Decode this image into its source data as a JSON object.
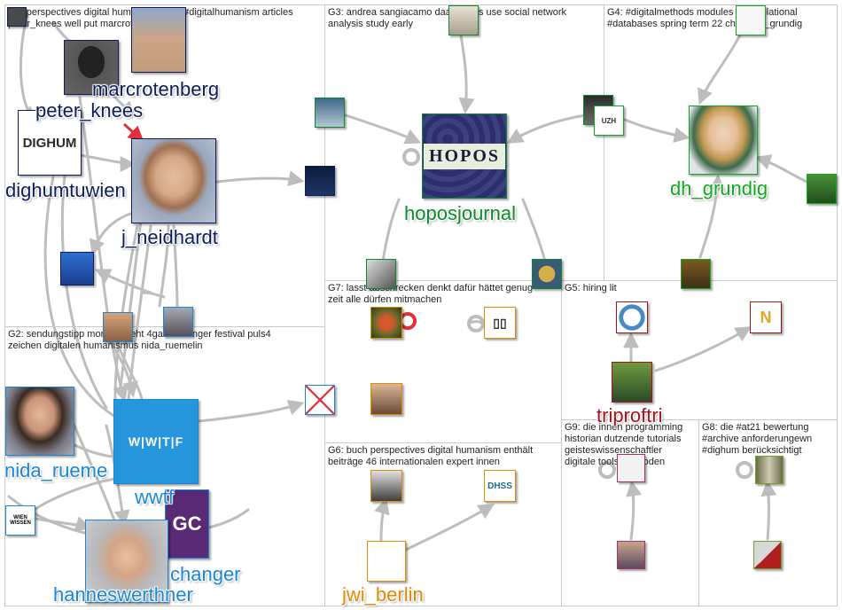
{
  "groups": [
    {
      "id": "G1",
      "label": "G1: perspectives digital humanism book #digitalhumanism articles\npeter_knees well put marcrotenberg"
    },
    {
      "id": "G3",
      "label": "G3: andrea sangiacamo daan beers use social network\nanalysis study early"
    },
    {
      "id": "G4",
      "label": "G4: #digitalmethods modules #ocr relational\n#databases spring term 22 check dh_grundig"
    },
    {
      "id": "G7",
      "label": "G7: lasst abschrecken denkt dafür hättet genug\nzeit alle dürfen mitmachen"
    },
    {
      "id": "G5",
      "label": "G5: hiring lit"
    },
    {
      "id": "G2",
      "label": "G2: sendungstipp morgen steht 4gamechanger festival puls4\nzeichen digitalen humanismus nida_ruemelin"
    },
    {
      "id": "G6",
      "label": "G6: buch perspectives digital humanism enthält\nbeiträge 46 internationalen expert innen"
    },
    {
      "id": "G9",
      "label": "G9: die innen programming\nhistorian dutzende tutorials\ngeisteswissenschaftler\ndigitale tools methoden"
    },
    {
      "id": "G8",
      "label": "G8: die #at21 bewertung\n#archive anforderungewn\n#dighum berücksichtigt"
    }
  ],
  "node_labels": {
    "marcrotenberg": "marcrotenberg",
    "peter_knees": "peter_knees",
    "dighumtuwien": "dighumtuwien",
    "j_neidhardt": "j_neidhardt",
    "hoposjournal": "hoposjournal",
    "dh_grundig": "dh_grundig",
    "triproftri": "triproftri",
    "nida_rueme": "nida_rueme",
    "wwtf": "wwtf",
    "changer": "changer",
    "hanneswerthner": "hanneswerthner",
    "jwi_berlin": "jwi_berlin"
  },
  "logo_text": {
    "dighum": "DIGHUM",
    "hopos": "HOPOS",
    "wwtf": "W|W|T|F",
    "gc": "GC",
    "uzh": "UZH",
    "dhss": "DHSS",
    "wien": "WIEN WISSEN"
  },
  "colors": {
    "edge": "#bdbdbd",
    "edge_red": "#e0303a",
    "navy": "#0b1e5b",
    "blue": "#1a86d6",
    "green": "#0a8a2a",
    "red": "#a4141c",
    "orange": "#e08a08"
  }
}
